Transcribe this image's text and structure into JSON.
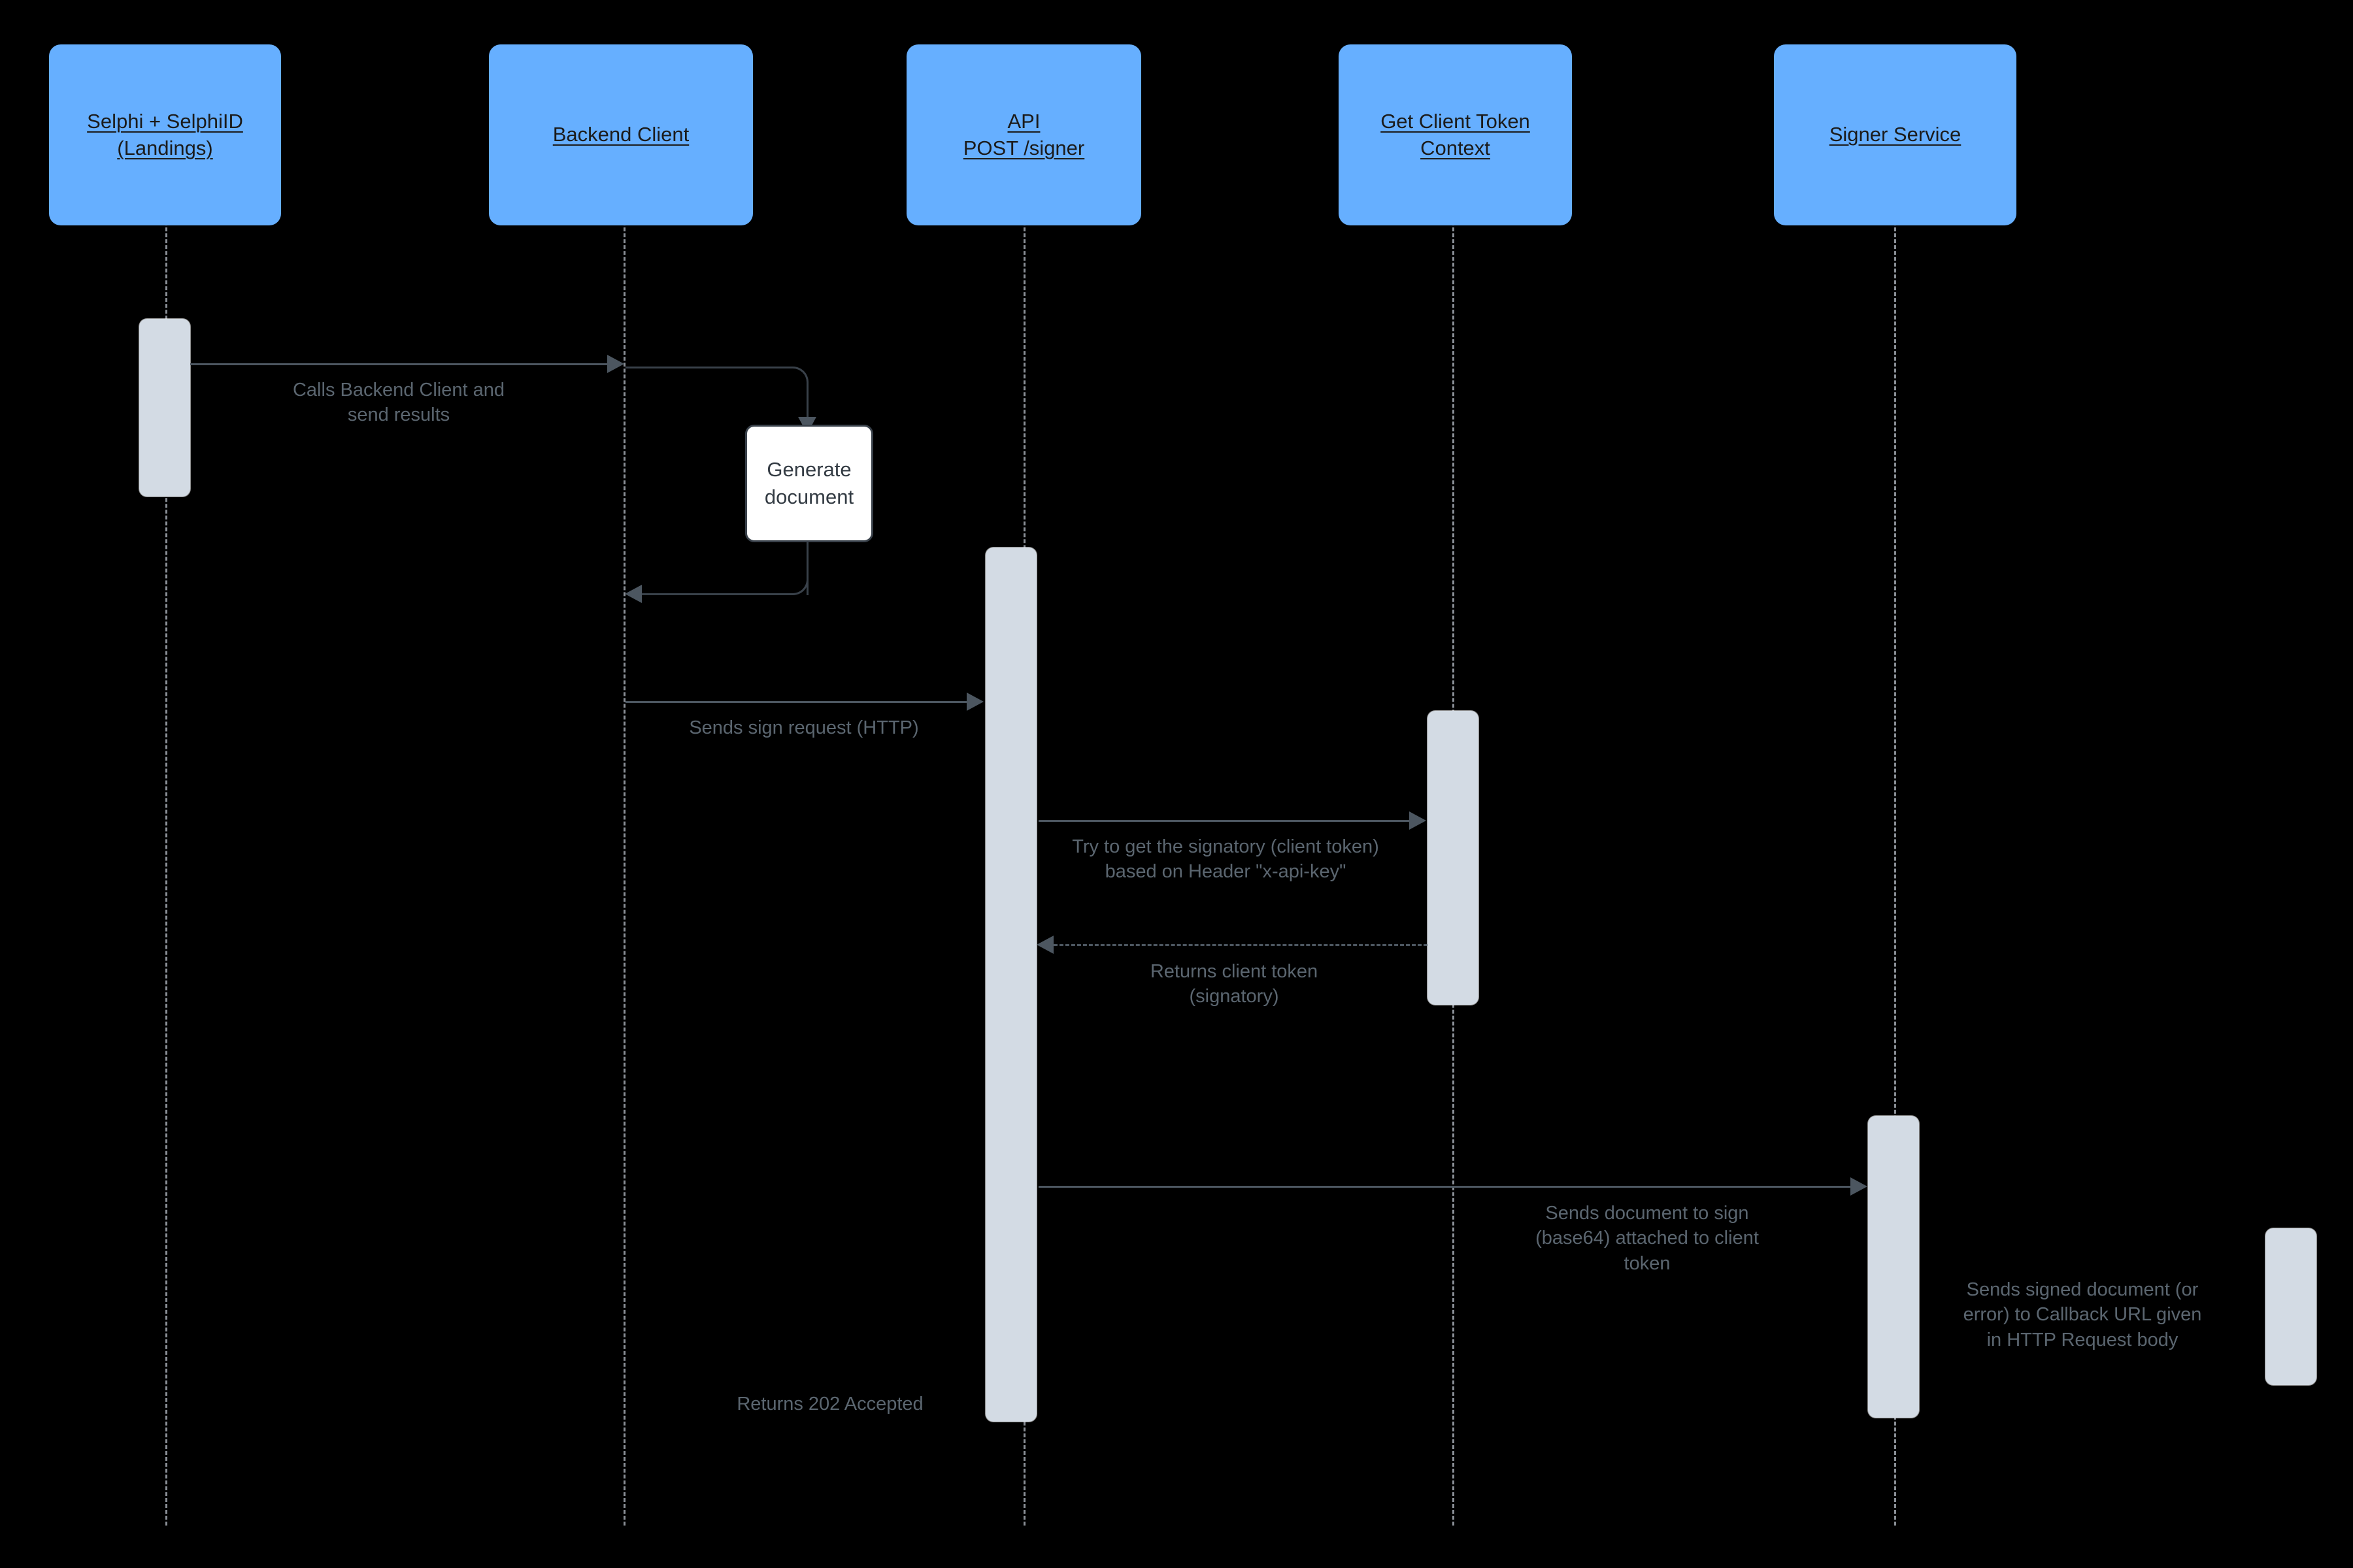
{
  "diagram": {
    "type": "uml-sequence-diagram",
    "background_color": "#000000",
    "participant_color": "#66AFFF",
    "activation_color": "#D3DBE4",
    "line_color": "#4c5660",
    "label_color": "#5b6670",
    "note_fill": "#FFFFFF"
  },
  "participants": [
    {
      "id": "selphi",
      "label": "Selphi + SelphiID\n(Landings)"
    },
    {
      "id": "backend",
      "label": "Backend Client"
    },
    {
      "id": "api",
      "label": "API\nPOST /signer"
    },
    {
      "id": "token",
      "label": "Get Client Token\nContext"
    },
    {
      "id": "signer",
      "label": "Signer Service"
    }
  ],
  "messages": [
    {
      "id": "m1",
      "label": "Calls Backend Client and\nsend results",
      "from": "selphi",
      "to": "backend",
      "style": "solid",
      "direction": "right"
    },
    {
      "id": "m2",
      "label": "Generate\ndocument",
      "from": "backend",
      "to": "backend",
      "style": "self",
      "direction": "self"
    },
    {
      "id": "m3",
      "label": "Sends sign request (HTTP)",
      "from": "backend",
      "to": "api",
      "style": "solid",
      "direction": "right"
    },
    {
      "id": "m4",
      "label": "Try to get the signatory (client token)\nbased on Header \"x-api-key\"",
      "from": "api",
      "to": "token",
      "style": "solid",
      "direction": "right"
    },
    {
      "id": "m5",
      "label": "Returns client token\n(signatory)",
      "from": "token",
      "to": "api",
      "style": "dashed",
      "direction": "left"
    },
    {
      "id": "m6",
      "label": "Sends document to sign\n(base64) attached to client\ntoken",
      "from": "api",
      "to": "signer",
      "style": "solid",
      "direction": "right"
    },
    {
      "id": "m7",
      "label": "Sends signed document  (or\nerror) to Callback URL given\nin HTTP Request body",
      "from": "signer",
      "to": "callback",
      "style": "solid",
      "direction": "right"
    },
    {
      "id": "m8",
      "label": "Returns 202 Accepted",
      "from": "api",
      "to": "backend",
      "style": "none",
      "direction": "left"
    }
  ]
}
